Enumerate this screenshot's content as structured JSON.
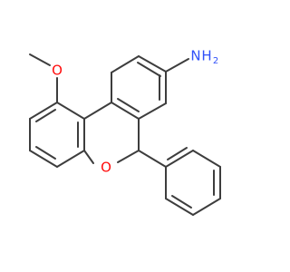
{
  "molecule": {
    "atoms": {
      "nitrogen": {
        "text": "N"
      },
      "amine_hydrogens": {
        "text": "H"
      },
      "amine_h_count": {
        "text": "2"
      },
      "ring_oxygen": {
        "text": "O"
      },
      "methoxy_oxygen": {
        "text": "O"
      }
    },
    "colors": {
      "bond": "#3d3d3d",
      "nitrogen": "#3050f8",
      "oxygen": "#ff0d0d"
    }
  }
}
